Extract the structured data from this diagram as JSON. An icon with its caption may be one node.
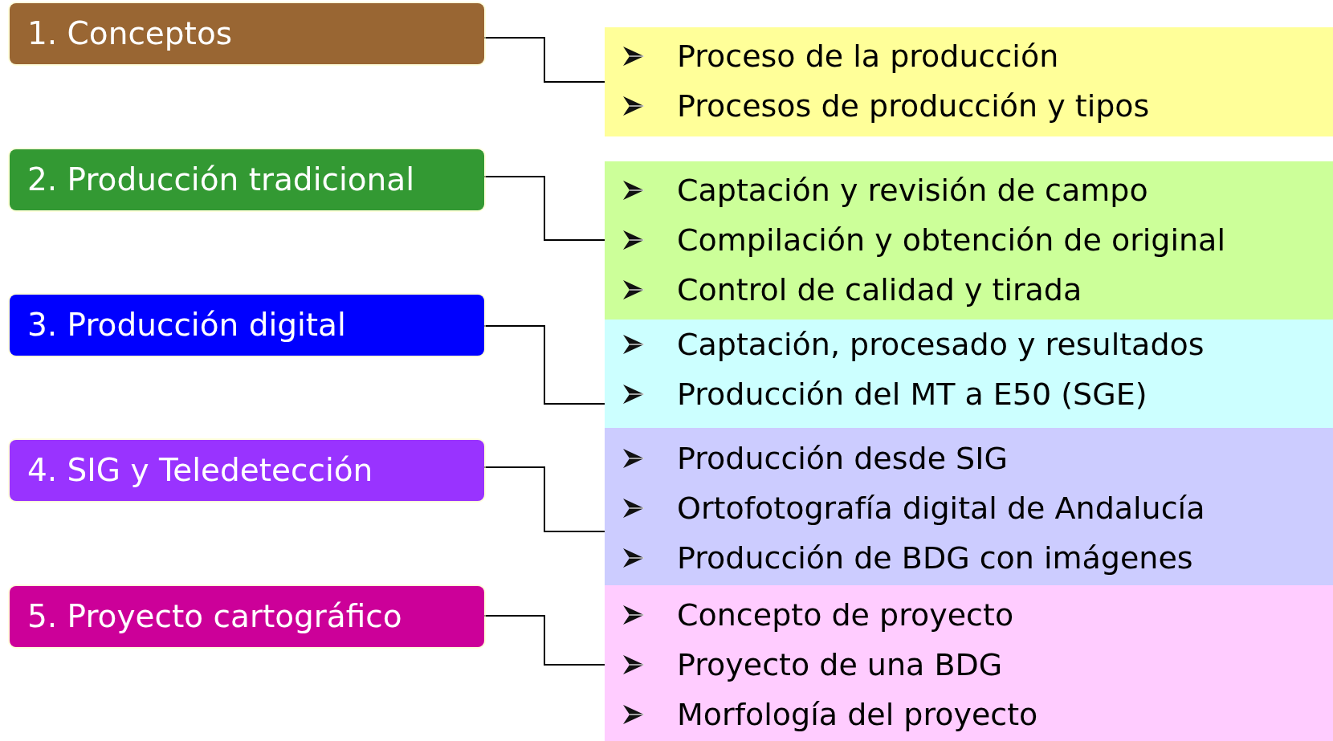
{
  "diagram": {
    "nodes": [
      {
        "text": [
          "1. Conceptos"
        ]
      },
      {
        "text": [
          "2. Producción tradicional"
        ]
      },
      {
        "text": [
          "3. Producción digital"
        ]
      },
      {
        "text": [
          "4. SIG y Teledetección"
        ]
      },
      {
        "text": [
          "5. Proyecto cartográfico"
        ]
      },
      {
        "text": [
          "Proceso de la producción",
          "Procesos de producción y tipos"
        ]
      },
      {
        "text": [
          "Captación y revisión de campo",
          "Compilación y obtención de original",
          "Control de calidad y tirada"
        ]
      },
      {
        "text": [
          "Captación, procesado y resultados",
          "Producción del MT a E50 (SGE)"
        ]
      },
      {
        "text": [
          "Producción desde SIG",
          "Ortofotografía digital de Andalucía",
          "Producción de BDG con imágenes"
        ]
      },
      {
        "text": [
          "Concepto de proyecto",
          "Proyecto de una BDG",
          "Morfología del proyecto"
        ]
      }
    ],
    "edges": [
      {
        "from": 0,
        "to": 5,
        "arrow": "none"
      },
      {
        "from": 1,
        "to": 6,
        "arrow": "none"
      },
      {
        "from": 2,
        "to": 7,
        "arrow": "none"
      },
      {
        "from": 3,
        "to": 8,
        "arrow": "none"
      },
      {
        "from": 4,
        "to": 9,
        "arrow": "none"
      }
    ]
  }
}
